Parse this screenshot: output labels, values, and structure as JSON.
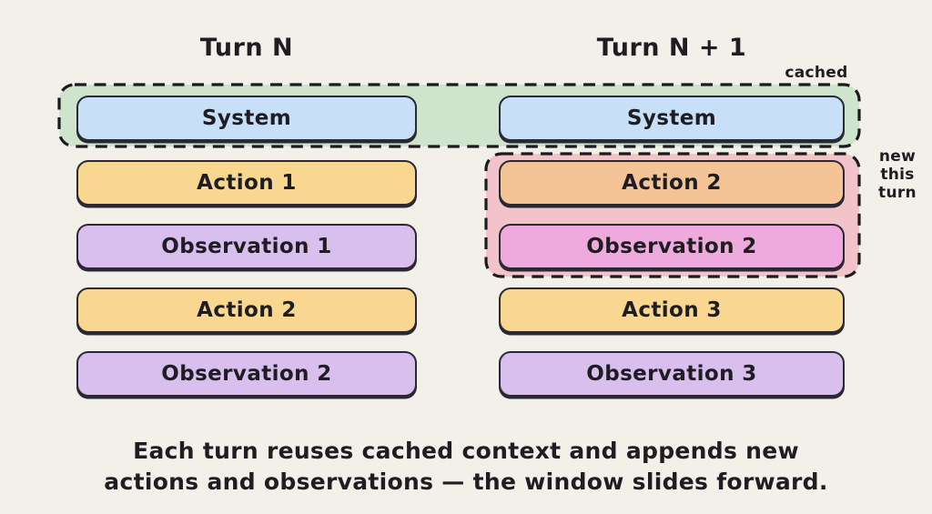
{
  "diagram": {
    "turn_n": {
      "title": "Turn N",
      "boxes": [
        {
          "label": "System",
          "kind": "system"
        },
        {
          "label": "Action 1",
          "kind": "action"
        },
        {
          "label": "Observation 1",
          "kind": "observation"
        },
        {
          "label": "Action 2",
          "kind": "action"
        },
        {
          "label": "Observation 2",
          "kind": "observation"
        }
      ]
    },
    "turn_n_plus_1": {
      "title": "Turn N + 1",
      "boxes": [
        {
          "label": "System",
          "kind": "system"
        },
        {
          "label": "Action 2",
          "kind": "action-new"
        },
        {
          "label": "Observation 2",
          "kind": "observation-new"
        },
        {
          "label": "Action 3",
          "kind": "action"
        },
        {
          "label": "Observation 3",
          "kind": "observation"
        }
      ]
    },
    "annotations": {
      "cached": "cached",
      "new_this_turn": "new this turn"
    },
    "caption_lines": [
      "Each turn reuses cached context and appends new",
      "actions and observations — the window slides forward."
    ]
  },
  "colors": {
    "background": "#f3f0e9",
    "ink": "#1e1d22",
    "box_border": "#2a2833",
    "dash_stroke": "#1b1b1f",
    "system_fill": "#c7dff7",
    "action_fill": "#f9d791",
    "observation_fill": "#d9bfee",
    "new_action_fill": "#f4c497",
    "new_observation_fill": "#eeaadc",
    "cached_group_fill": "#cee4cd",
    "new_group_fill": "#f2c3c9"
  }
}
